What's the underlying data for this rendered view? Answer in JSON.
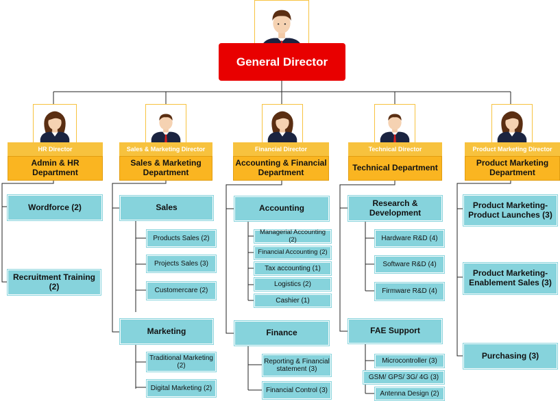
{
  "top": {
    "title": "General Director"
  },
  "columns": [
    {
      "role": "HR Director",
      "dept": "Admin & HR Department"
    },
    {
      "role": "Sales & Marketing Director",
      "dept": "Sales & Marketing Department"
    },
    {
      "role": "Financial Director",
      "dept": "Accounting & Financial Department"
    },
    {
      "role": "Technical Director",
      "dept": "Technical Department"
    },
    {
      "role": "Product Marketing Director",
      "dept": "Product Marketing Department"
    }
  ],
  "hr": {
    "wordforce": "Wordforce (2)",
    "recruitment": "Recruitment Training (2)"
  },
  "sales": {
    "sales": "Sales",
    "products_sales": "Products Sales (2)",
    "projects_sales": "Projects Sales (3)",
    "customercare": "Customercare (2)",
    "marketing": "Marketing",
    "traditional_marketing": "Traditional Marketing (2)",
    "digital_marketing": "Digital Marketing (2)"
  },
  "finance": {
    "accounting": "Accounting",
    "managerial_accounting": "Managerial Accounting (2)",
    "financial_accounting": "Financial Accounting (2)",
    "tax_accounting": "Tax accounting (1)",
    "logistics": "Logistics (2)",
    "cashier": "Cashier (1)",
    "finance": "Finance",
    "reporting": "Reporting & Financial statement (3)",
    "financial_control": "Financial Control (3)"
  },
  "technical": {
    "rnd": "Research & Development",
    "hardware": "Hardware R&D (4)",
    "software": "Software R&D (4)",
    "firmware": "Firmware R&D (4)",
    "fae": "FAE Support",
    "microcontroller": "Microcontroller (3)",
    "gsm": "GSM/ GPS/ 3G/ 4G (3)",
    "antenna": "Antenna Design (2)"
  },
  "product_marketing": {
    "launches": "Product Marketing-Product Launches (3)",
    "enablement": "Product Marketing-Enablement Sales (3)",
    "purchasing": "Purchasing (3)"
  }
}
